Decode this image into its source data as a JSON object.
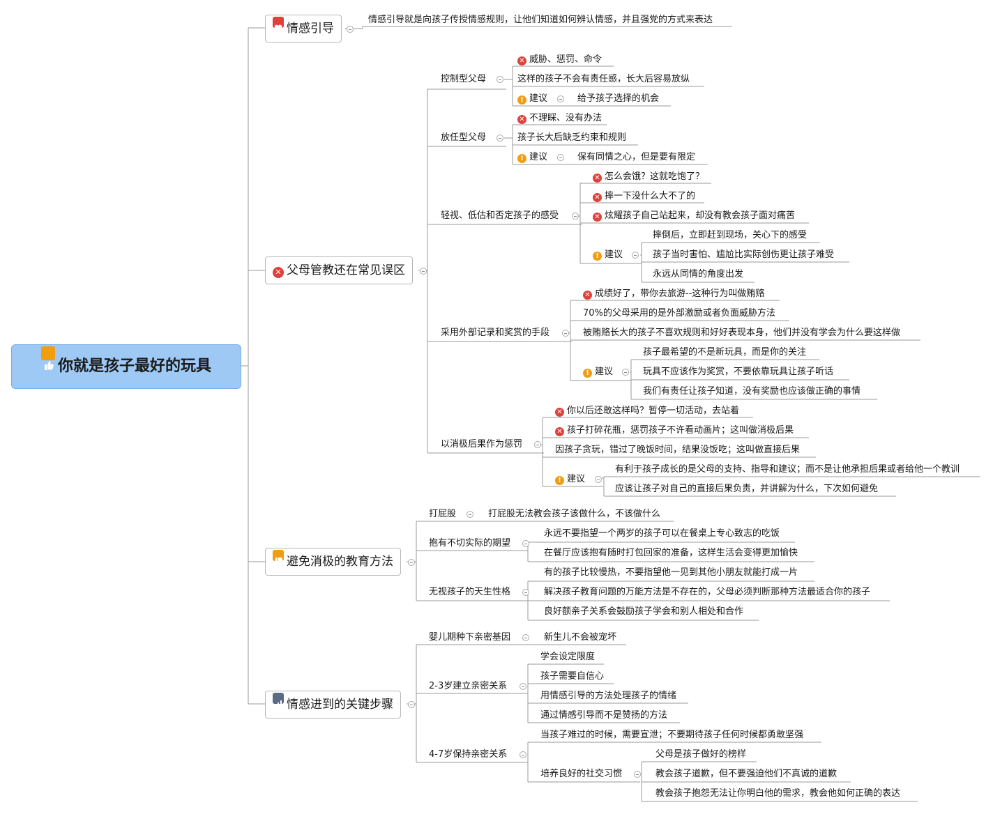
{
  "root": {
    "title": "你就是孩子最好的玩具",
    "icon": "thumbs-up-icon"
  },
  "topics": {
    "t1": {
      "title": "情感引导",
      "icon": "heart-icon",
      "desc": "情感引导就是向孩子传授情感规则，让他们知道如何辨认情感，并且强党的方式来表达"
    },
    "t2": {
      "title": "父母管教还在常见误区",
      "icon": "error-icon",
      "control": {
        "label": "控制型父母",
        "a": "威胁、惩罚、命令",
        "b": "这样的孩子不会有责任感，长大后容易放纵",
        "sug": "建议",
        "s1": "给予孩子选择的机会"
      },
      "laissez": {
        "label": "放任型父母",
        "a": "不理睬、没有办法",
        "b": "孩子长大后缺乏约束和规则",
        "sug": "建议",
        "s1": "保有同情之心，但是要有限定"
      },
      "belittle": {
        "label": "轻视、低估和否定孩子的感受",
        "a": "怎么会饿？这就吃饱了？",
        "b": "摔一下没什么大不了的",
        "c": "炫耀孩子自己站起来，却没有教会孩子面对痛苦",
        "sug": "建议",
        "s1": "摔倒后，立即赶到现场，关心下的感受",
        "s2": "孩子当时害怕、尴尬比实际创伤更让孩子难受",
        "s3": "永远从同情的角度出发"
      },
      "reward": {
        "label": "采用外部记录和奖赏的手段",
        "a": "成绩好了，带你去旅游--这种行为叫做贿赂",
        "b": "70%的父母采用的是外部激励或者负面威胁方法",
        "c": "被贿赂长大的孩子不喜欢规则和好好表现本身，他们并没有学会为什么要这样做",
        "sug": "建议",
        "s1": "孩子最希望的不是新玩具，而是你的关注",
        "s2": "玩具不应该作为奖赏，不要依靠玩具让孩子听话",
        "s3": "我们有责任让孩子知道，没有奖励也应该做正确的事情"
      },
      "punish": {
        "label": "以消极后果作为惩罚",
        "a": "你以后还敢这样吗？暂停一切活动，去站着",
        "b": "孩子打碎花瓶，惩罚孩子不许看动画片；这叫做消极后果",
        "c": "因孩子贪玩，错过了晚饭时间，结果没饭吃；这叫做直接后果",
        "sug": "建议",
        "s1": "有利于孩子成长的是父母的支持、指导和建议；而不是让他承担后果或者给他一个教训",
        "s2": "应该让孩子对自己的直接后果负责，并讲解为什么，下次如何避免"
      }
    },
    "t3": {
      "title": "避免消极的教育方法",
      "icon": "thumbs-down-icon",
      "spank": {
        "label": "打屁股",
        "a": "打屁股无法教会孩子该做什么，不该做什么"
      },
      "expect": {
        "label": "抱有不切实际的期望",
        "a": "永远不要指望一个两岁的孩子可以在餐桌上专心致志的吃饭",
        "b": "在餐厅应该抱有随时打包回家的准备，这样生活会变得更加愉快"
      },
      "nature": {
        "label": "无视孩子的天生性格",
        "a": "有的孩子比较慢热，不要指望他一见到其他小朋友就能打成一片",
        "b": "解决孩子教育问题的万能方法是不存在的，父母必须判断那种方法最适合你的孩子",
        "c": "良好额亲子关系会鼓励孩子学会和别人相处和合作"
      }
    },
    "t4": {
      "title": "情感进到的关键步骤",
      "icon": "bar-chart-icon",
      "infant": {
        "label": "婴儿期种下亲密基因",
        "a": "新生儿不会被宠坏"
      },
      "age23": {
        "label": "2-3岁建立亲密关系",
        "a": "学会设定限度",
        "b": "孩子需要自信心",
        "c": "用情感引导的方法处理孩子的情绪",
        "d": "通过情感引导而不是赞扬的方法"
      },
      "age47": {
        "label": "4-7岁保持亲密关系",
        "a": "当孩子难过的时候，需要宣泄；不要期待孩子任何时候都勇敢坚强",
        "social": {
          "label": "培养良好的社交习惯",
          "a": "父母是孩子做好的榜样",
          "b": "教会孩子道歉，但不要强迫他们不真诚的道歉",
          "c": "教会孩子抱怨无法让你明白他的需求，教会他如何正确的表达"
        }
      }
    }
  },
  "colors": {
    "root_bg": "#9ec9f5",
    "line": "#9a9a9a",
    "error": "#e0413a",
    "warning": "#f29c11"
  }
}
